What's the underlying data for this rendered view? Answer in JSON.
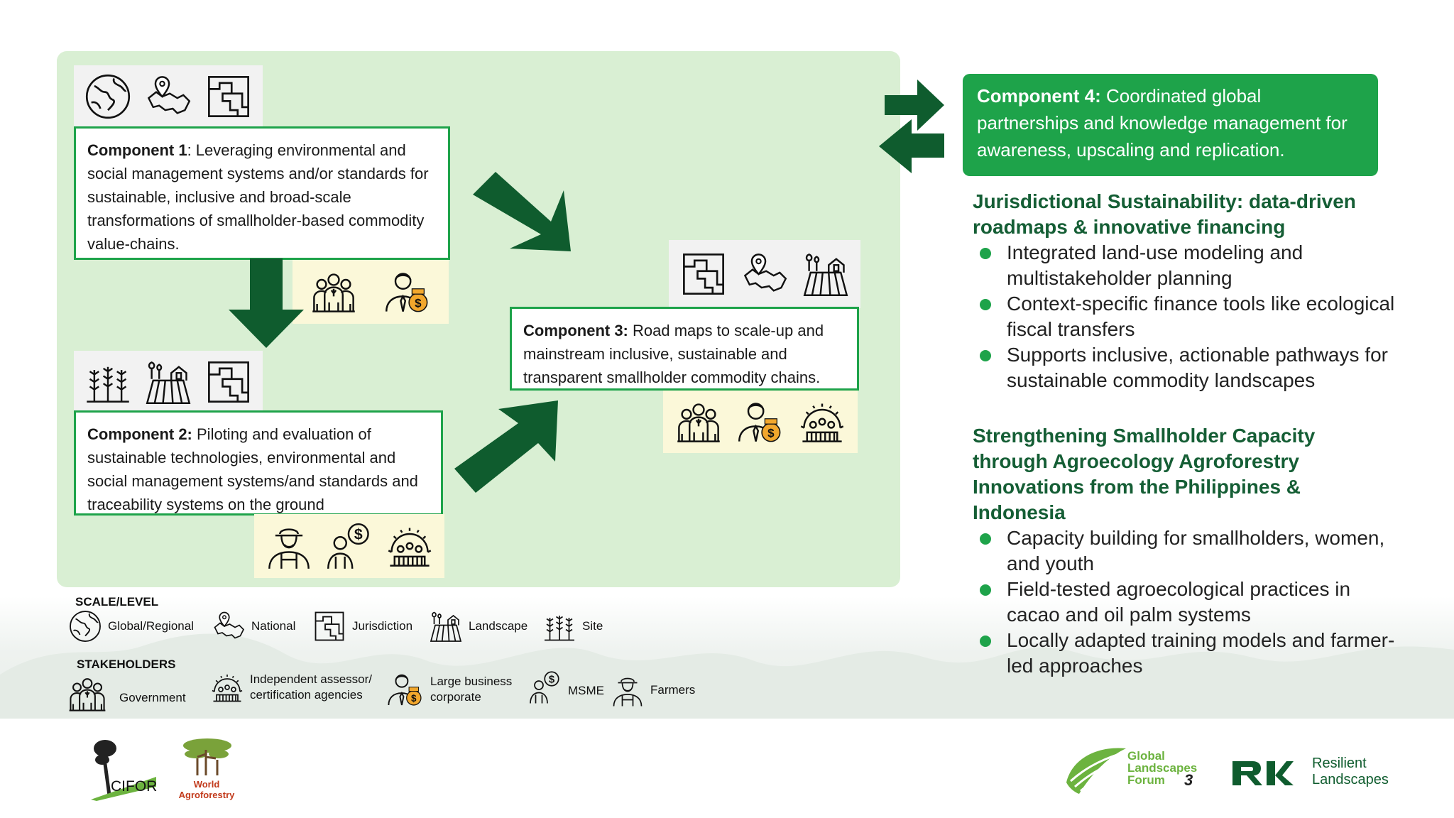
{
  "component1": {
    "label": "Component 1",
    "text": ": Leveraging environmental and social management systems and/or standards for sustainable, inclusive and broad-scale transformations of smallholder-based commodity value-chains."
  },
  "component2": {
    "label": "Component 2:",
    "text": " Piloting and evaluation of sustainable technologies, environmental and social management systems/and standards and traceability systems on the ground"
  },
  "component3": {
    "label": "Component 3:",
    "text": " Road maps to scale-up and mainstream inclusive, sustainable and transparent smallholder commodity chains."
  },
  "component4": {
    "label": "Component 4:",
    "text": " Coordinated global partnerships and knowledge management for awareness, upscaling and replication."
  },
  "sections": [
    {
      "title": "Jurisdictional Sustainability: data-driven roadmaps & innovative financing",
      "bullets": [
        "Integrated land-use modeling and multistakeholder planning",
        "Context-specific finance tools like ecological fiscal transfers",
        "Supports inclusive, actionable pathways for sustainable commodity landscapes"
      ]
    },
    {
      "title": "Strengthening Smallholder Capacity through Agroecology Agroforestry Innovations from the Philippines & Indonesia",
      "bullets": [
        "Capacity building for smallholders, women, and youth",
        "Field-tested agroecological practices in cacao and oil palm systems",
        "Locally adapted training models and farmer-led approaches"
      ]
    }
  ],
  "legend": {
    "scale_heading": "SCALE/LEVEL",
    "scale": [
      "Global/Regional",
      "National",
      "Jurisdiction",
      "Landscape",
      "Site"
    ],
    "stakeholders_heading": "STAKEHOLDERS",
    "stakeholders": [
      "Government",
      "Independent assessor/ certification agencies",
      "Large business corporate",
      "MSME",
      "Farmers"
    ]
  },
  "logos": {
    "cifor": "CIFOR",
    "world_agroforestry_1": "World",
    "world_agroforestry_2": "Agroforestry",
    "glf_1": "Global",
    "glf_2": "Landscapes",
    "glf_3": "Forum",
    "page_number": "3",
    "rl_1": "Resilient",
    "rl_2": "Landscapes"
  },
  "colors": {
    "accent_green": "#1ea34a",
    "dark_green": "#0f5c2e",
    "panel_green": "#d9efd3",
    "title_green": "#155e35"
  },
  "icons": [
    "globe-icon",
    "map-pin-icon",
    "jurisdiction-map-icon",
    "crops-icon",
    "farm-field-icon",
    "government-group-icon",
    "business-person-icon",
    "msme-icon",
    "farmer-icon",
    "assessor-gear-icon"
  ]
}
